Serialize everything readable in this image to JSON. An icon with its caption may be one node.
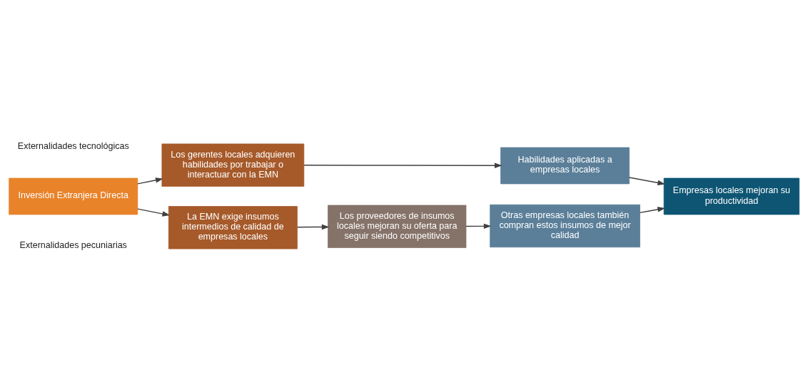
{
  "diagram": {
    "nodes": [
      {
        "text": [
          "Inversión Extranjera Directa"
        ]
      },
      {
        "text": [
          "Los gerentes locales adquieren habilidades por trabajar o interactuar con la EMN"
        ]
      },
      {
        "text": [
          "Habilidades aplicadas a empresas locales"
        ]
      },
      {
        "text": [
          "Empresas locales mejoran su productividad"
        ]
      },
      {
        "text": [
          "La EMN exige insumos intermedios de calidad de empresas locales"
        ]
      },
      {
        "text": [
          "Los proveedores de insumos locales mejoran su oferta para seguir siendo competitivos"
        ]
      },
      {
        "text": [
          "Otras empresas locales también compran estos insumos de mejor calidad"
        ]
      }
    ],
    "edges": [
      {
        "from": 0,
        "to": 1,
        "arrow": "to"
      },
      {
        "from": 1,
        "to": 2,
        "arrow": "to"
      },
      {
        "from": 2,
        "to": 3,
        "arrow": "to"
      },
      {
        "from": 0,
        "to": 4,
        "arrow": "to"
      },
      {
        "from": 4,
        "to": 5,
        "arrow": "to"
      },
      {
        "from": 5,
        "to": 6,
        "arrow": "to"
      },
      {
        "from": 6,
        "to": 3,
        "arrow": "to"
      }
    ],
    "labels": [
      "Externalidades tecnológicas",
      "Externalidades pecuniarias"
    ]
  }
}
